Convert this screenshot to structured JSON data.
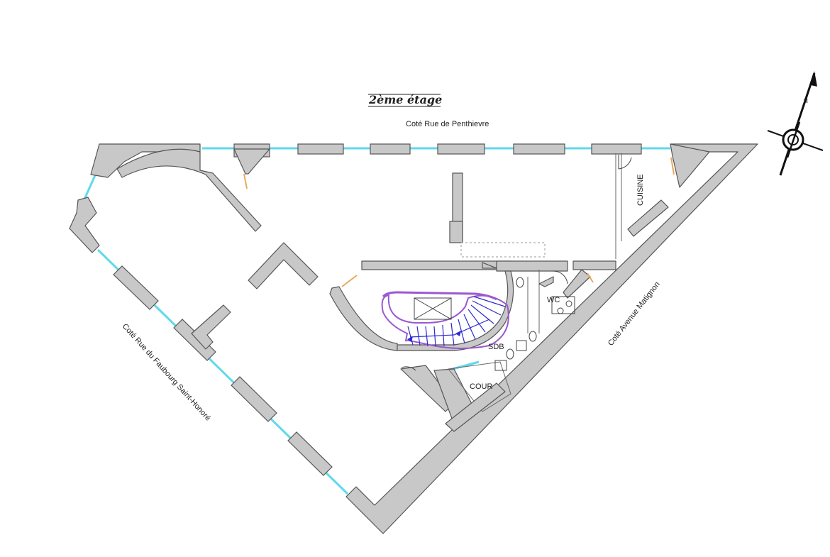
{
  "title": "2ème  étage",
  "street_labels": {
    "top": "Coté Rue de Penthievre",
    "left": "Coté Rue du Faubourg Saint-Honoré",
    "right": "Coté Avenue Matignon"
  },
  "rooms": {
    "cuisine": "CUISINE",
    "wc": "WC",
    "sdb": "SDB",
    "cour": "COUR"
  },
  "colors": {
    "wall_fill": "#c8c8c8",
    "glazing": "#5fd9ec",
    "stair_outline": "#9b59d0",
    "stair_treads": "#2a2ad0"
  },
  "icons": {
    "north_arrow": "compass-north-arrow-icon"
  }
}
